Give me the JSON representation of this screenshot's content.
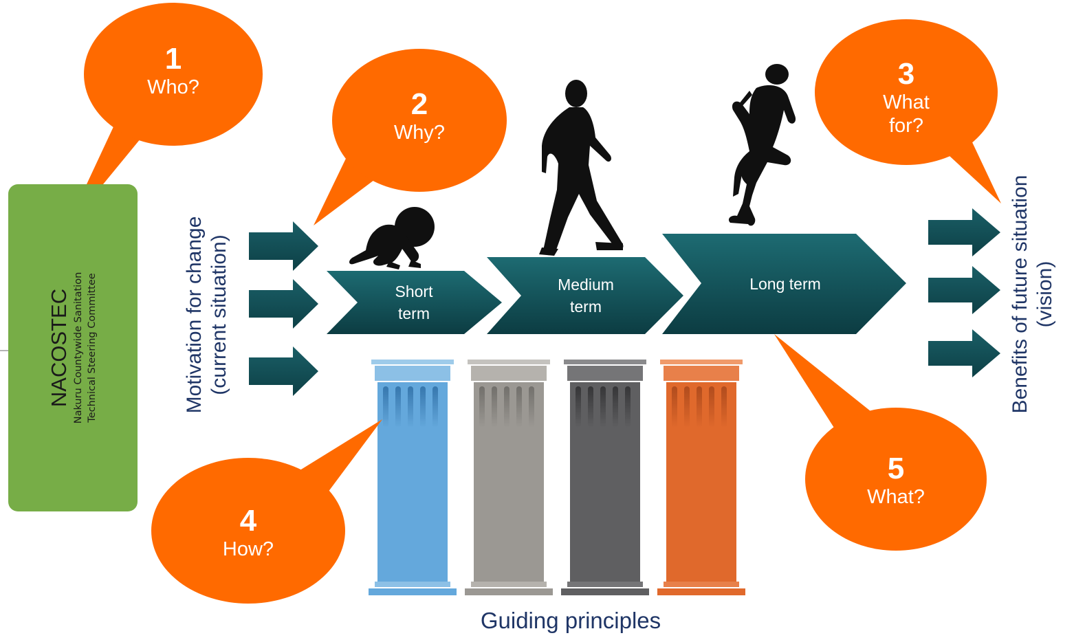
{
  "committee": {
    "abbreviation": "NACOSTEC",
    "full_name_line1": "Nakuru Countywide Sanitation",
    "full_name_line2": "Technical Steering Committee"
  },
  "left_label": {
    "line1": "Motivation for change",
    "line2": "(current situation)"
  },
  "right_label": {
    "line1": "Benefits of future situation",
    "line2": "(vision)"
  },
  "stages": {
    "short": {
      "line1": "Short",
      "line2": "term"
    },
    "medium": {
      "line1": "Medium",
      "line2": "term"
    },
    "long": {
      "line1": "Long term"
    }
  },
  "bubbles": {
    "b1": {
      "number": "1",
      "question": "Who?"
    },
    "b2": {
      "number": "2",
      "question": "Why?"
    },
    "b3": {
      "number": "3",
      "question_line1": "What",
      "question_line2": "for?"
    },
    "b4": {
      "number": "4",
      "question": "How?"
    },
    "b5": {
      "number": "5",
      "question": "What?"
    }
  },
  "pillars": {
    "caption": "Guiding principles"
  },
  "colors": {
    "bubble": "#ff6a00",
    "arrow": "#13525a",
    "committee_box": "#77ad47",
    "text_navy": "#1f3566",
    "pillar_blue": "#64a8dc",
    "pillar_grey": "#9b9893",
    "pillar_dark": "#5f5f61",
    "pillar_orange": "#e0692c"
  }
}
